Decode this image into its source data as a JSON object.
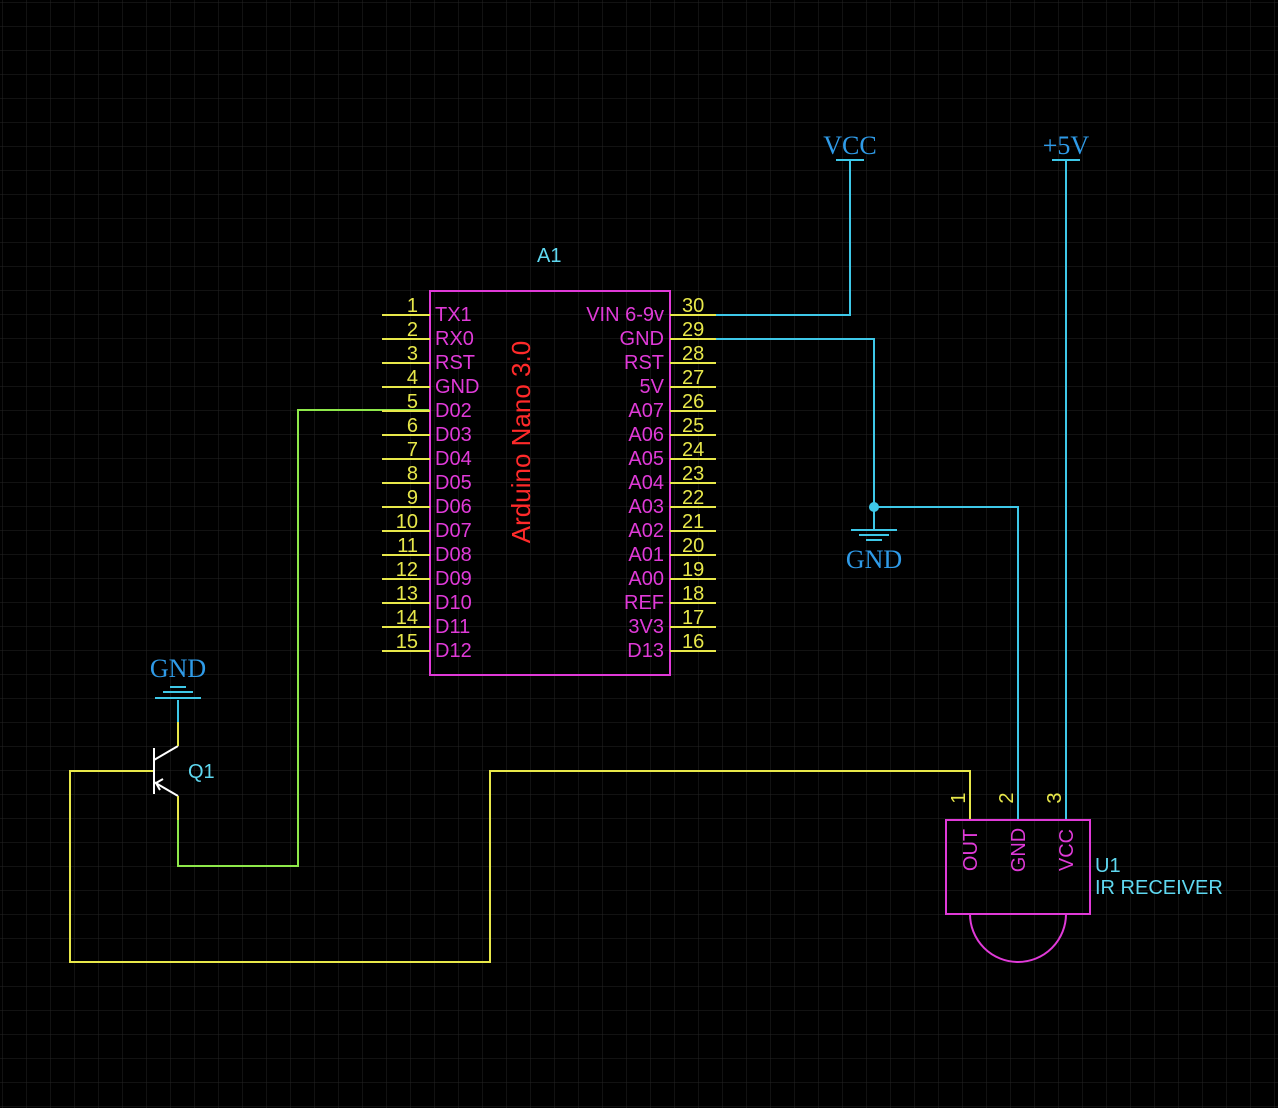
{
  "colors": {
    "background": "#000000",
    "grid": "#242424",
    "body": "#e03ad8",
    "pin": "#e8e84a",
    "wire_power": "#3ec8e8",
    "wire_signal": "#e8e84a",
    "wire_base": "#8ee84a",
    "refdes": "#5fd8f0",
    "power_label": "#2f9be8",
    "title": "#ff2a2a",
    "transistor": "#ffffff"
  },
  "arduino": {
    "refdes": "A1",
    "title": "Arduino Nano 3.0",
    "left_pins": [
      {
        "num": "1",
        "name": "TX1"
      },
      {
        "num": "2",
        "name": "RX0"
      },
      {
        "num": "3",
        "name": "RST"
      },
      {
        "num": "4",
        "name": "GND"
      },
      {
        "num": "5",
        "name": "D02"
      },
      {
        "num": "6",
        "name": "D03"
      },
      {
        "num": "7",
        "name": "D04"
      },
      {
        "num": "8",
        "name": "D05"
      },
      {
        "num": "9",
        "name": "D06"
      },
      {
        "num": "10",
        "name": "D07"
      },
      {
        "num": "11",
        "name": "D08"
      },
      {
        "num": "12",
        "name": "D09"
      },
      {
        "num": "13",
        "name": "D10"
      },
      {
        "num": "14",
        "name": "D11"
      },
      {
        "num": "15",
        "name": "D12"
      }
    ],
    "right_pins": [
      {
        "num": "30",
        "name": "VIN 6-9v"
      },
      {
        "num": "29",
        "name": "GND"
      },
      {
        "num": "28",
        "name": "RST"
      },
      {
        "num": "27",
        "name": "5V"
      },
      {
        "num": "26",
        "name": "A07"
      },
      {
        "num": "25",
        "name": "A06"
      },
      {
        "num": "24",
        "name": "A05"
      },
      {
        "num": "23",
        "name": "A04"
      },
      {
        "num": "22",
        "name": "A03"
      },
      {
        "num": "21",
        "name": "A02"
      },
      {
        "num": "20",
        "name": "A01"
      },
      {
        "num": "19",
        "name": "A00"
      },
      {
        "num": "18",
        "name": "REF"
      },
      {
        "num": "17",
        "name": "3V3"
      },
      {
        "num": "16",
        "name": "D13"
      }
    ]
  },
  "power": {
    "vcc": "VCC",
    "plus5v": "+5V",
    "gnd_right": "GND",
    "gnd_left": "GND"
  },
  "transistor": {
    "refdes": "Q1"
  },
  "ir_receiver": {
    "refdes": "U1",
    "value": "IR RECEIVER",
    "pins": [
      {
        "num": "1",
        "name": "OUT"
      },
      {
        "num": "2",
        "name": "GND"
      },
      {
        "num": "3",
        "name": "VCC"
      }
    ]
  }
}
